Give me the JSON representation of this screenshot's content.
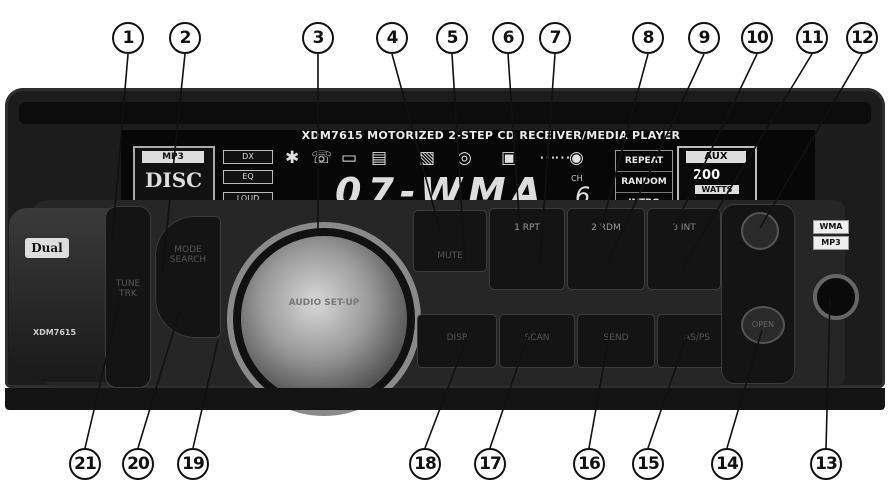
{
  "callouts": {
    "top": [
      "1",
      "2",
      "3",
      "4",
      "5",
      "6",
      "7",
      "8",
      "9",
      "10",
      "11",
      "12"
    ],
    "bottom": [
      "21",
      "20",
      "19",
      "18",
      "17",
      "16",
      "15",
      "14",
      "13"
    ]
  },
  "unit": {
    "display_title": "XDM7615 MOTORIZED 2-STEP CD RECEIVER/MEDIA PLAYER",
    "mp3_label": "MP3",
    "disc_label": "DISC",
    "dx_label": "DX",
    "eq_label": "EQ",
    "loud_label": "LOUD",
    "main_text": "07-WMA",
    "ch_label": "CH",
    "ch_value": "6",
    "repeat_label": "REPEAT",
    "random_label": "RANDOM",
    "intro_label": "INTRO",
    "aux_label": "AUX",
    "watts_value": "200",
    "watts_label": "WATTS",
    "brand": "Dual",
    "model": "XDM7615",
    "knob_label": "AUDIO SET-UP",
    "tune_label": "TUNE TRK",
    "mode_label": "MODE SEARCH",
    "rpt_label": "1 RPT",
    "rdm_label": "2 RDM",
    "int_label": "3 INT",
    "mute_label": "MUTE",
    "disp_label": "DISP",
    "scan_label": "SCAN",
    "send_label": "SEND",
    "asps_label": "AS/PS",
    "open_label": "OPEN",
    "wma_badge": "WMA",
    "mp3_badge": "MP3"
  }
}
